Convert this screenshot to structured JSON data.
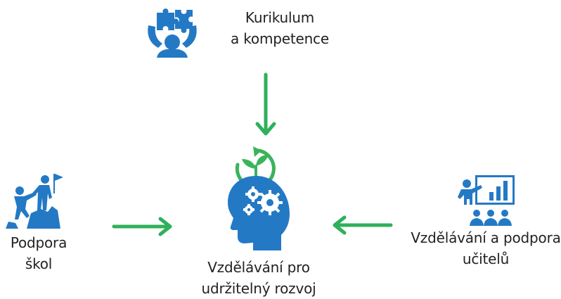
{
  "colors": {
    "icon_blue": "#2479c5",
    "arrow_green": "#2fb05a",
    "leaf_green": "#3bb35b",
    "text": "#222222"
  },
  "nodes": {
    "curriculum": {
      "icon": "puzzle-person-icon",
      "line1": "Kurikulum",
      "line2": "a kompetence"
    },
    "schools": {
      "icon": "climbing-support-icon",
      "line1": "Podpora",
      "line2": "škol"
    },
    "teachers": {
      "icon": "teacher-presentation-icon",
      "line1": "Vzdělávání a podpora",
      "line2": "učitelů"
    },
    "center": {
      "icon": "sustainable-mind-icon",
      "line1": "Vzdělávání pro",
      "line2": "udržitelný rozvoj"
    }
  },
  "arrows": [
    {
      "from": "curriculum",
      "to": "center"
    },
    {
      "from": "schools",
      "to": "center"
    },
    {
      "from": "teachers",
      "to": "center"
    }
  ]
}
